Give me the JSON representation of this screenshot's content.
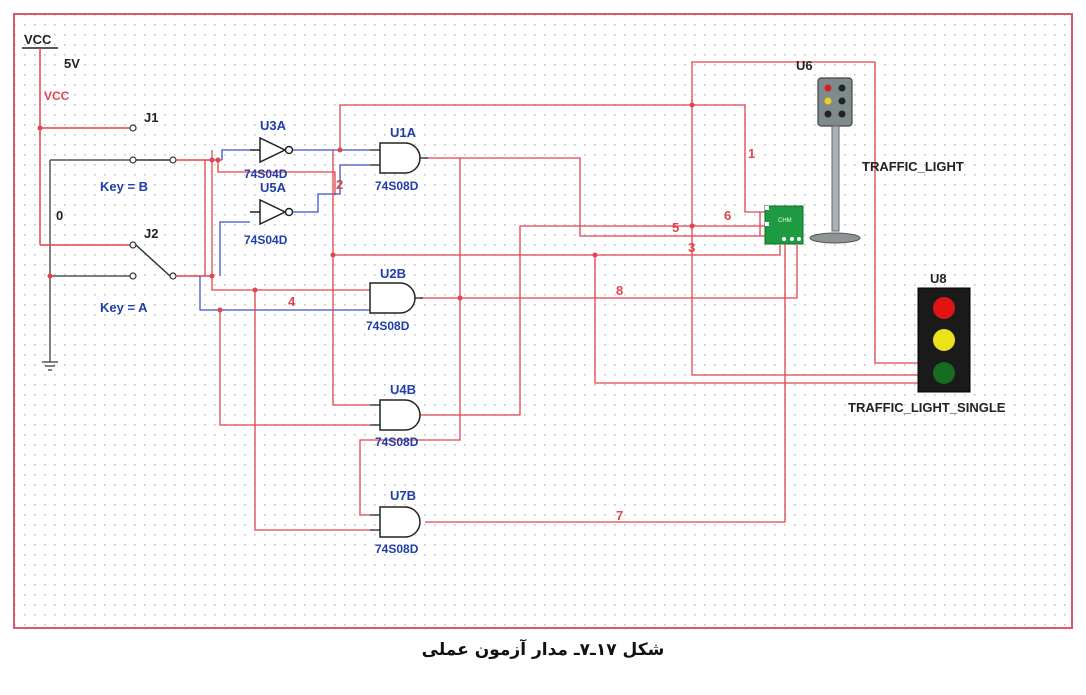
{
  "caption": "شکل ۱۷ـ۷ـ مدار آزمون عملی",
  "colors": {
    "wire": "#e0444c",
    "wire_blue": "#3a55c8",
    "label_blue": "#1f3ea8",
    "border": "#d85a6a",
    "grid": "#c8c8c8"
  },
  "labels": {
    "vcc_rail": "VCC",
    "vcc_volts": "5V",
    "vcc_net": "VCC",
    "ground_net": "0",
    "j1": "J1",
    "j2": "J2",
    "key_b": "Key = B",
    "key_a": "Key = A",
    "u3a": "U3A",
    "u3a_part": "74S04D",
    "u5a": "U5A",
    "u5a_part": "74S04D",
    "u1a": "U1A",
    "u1a_part": "74S08D",
    "u2b": "U2B",
    "u2b_part": "74S08D",
    "u4b": "U4B",
    "u4b_part": "74S08D",
    "u7b": "U7B",
    "u7b_part": "74S08D",
    "u6": "U6",
    "traffic_light": "TRAFFIC_LIGHT",
    "u8": "U8",
    "traffic_light_single": "TRAFFIC_LIGHT_SINGLE",
    "chip_text": "CHM",
    "net_1": "1",
    "net_2": "2",
    "net_3": "3",
    "net_4": "4",
    "net_5": "5",
    "net_6": "6",
    "net_7": "7",
    "net_8": "8"
  }
}
